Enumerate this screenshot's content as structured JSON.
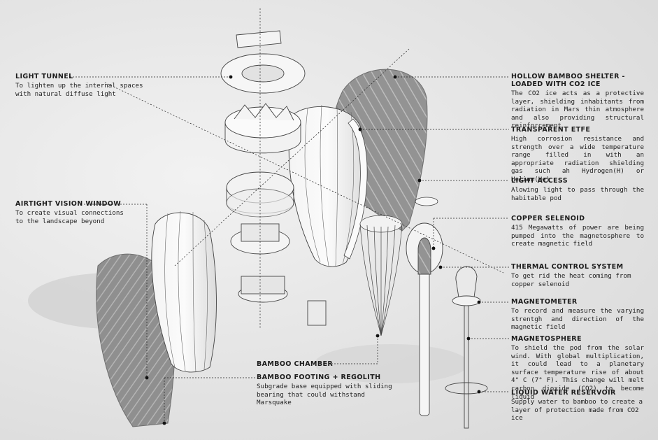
{
  "labels": {
    "light_tunnel": {
      "title": "LIGHT TUNNEL",
      "desc": "To lighten up the internal spaces with natural diffuse light"
    },
    "airtight_window": {
      "title": "AIRTIGHT VISION WINDOW",
      "desc": "To create visual connections to the landscape beyond"
    },
    "hollow_bamboo": {
      "title": "HOLLOW BAMBOO SHELTER - LOADED WITH CO2 ICE",
      "desc": "The CO2 ice acts as a protective layer, shielding inhabitants from radiation in Mars thin atmosphere and also providing structural reinforcement"
    },
    "transparent_etfe": {
      "title": "TRANSPARENT ETFE",
      "desc": "High corrosion resistance and strength over a wide temperature range filled in with an appropriate radiation shielding gas such ah Hydrogen(H) or Helium(He)"
    },
    "light_access": {
      "title": "LIGHT ACCESS",
      "desc": "Alowing light to pass through the habitable pod"
    },
    "copper_selenoid": {
      "title": "COPPER SELENOID",
      "desc": "415 Megawatts of power are being pumped into the magnetosphere to create magnetic field"
    },
    "thermal_control": {
      "title": "THERMAL CONTROL SYSTEM",
      "desc": "To get rid the heat coming from copper selenoid"
    },
    "magnetometer": {
      "title": "MAGNETOMETER",
      "desc": "To record and measure the varying strentgh and direction of the magnetic field"
    },
    "magnetosphere": {
      "title": "MAGNETOSPHERE",
      "desc": "To shield the pod from the solar wind. With global multiplication, it could lead to a planetary surface temperature rise of about 4° C (7° F). This change will melt carbon dioxide (CO2) to become liquid"
    },
    "liquid_water": {
      "title": "LIQUID WATER RESERVOIR",
      "desc": "Supply water to bamboo to create a layer of protection made from CO2 ice"
    },
    "bamboo_chamber": {
      "title": "BAMBOO CHAMBER"
    },
    "bamboo_footing": {
      "title": "BAMBOO FOOTING + REGOLITH",
      "desc": "Subgrade base equipped with sliding bearing that could withstand Marsquake"
    }
  },
  "colors": {
    "background": "#e4e4e4",
    "shadow": "#8e8e8e",
    "line": "#2a2a2a"
  }
}
